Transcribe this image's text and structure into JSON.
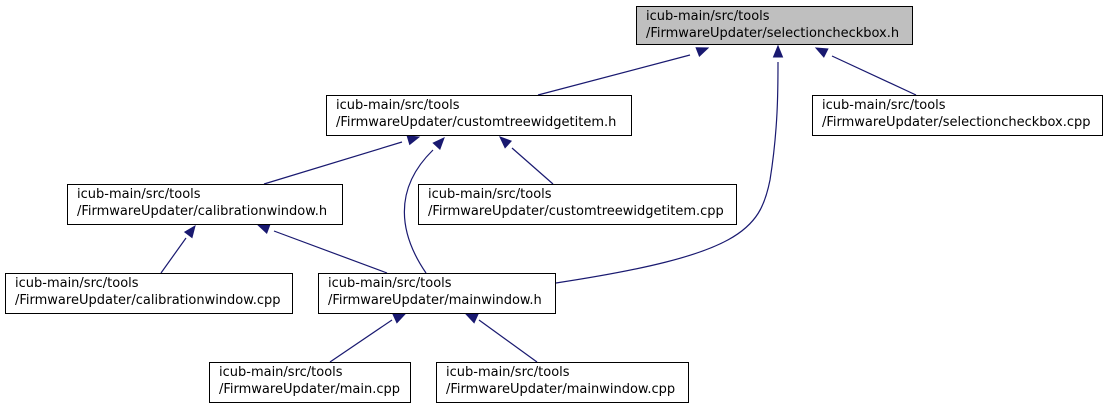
{
  "colors": {
    "edge": "#191970",
    "root_fill": "#bfbfbf",
    "node_fill": "#ffffff",
    "node_border": "#000000"
  },
  "nodes": {
    "selectioncheckbox_h": {
      "line1": "icub-main/src/tools",
      "line2": "/FirmwareUpdater/selectioncheckbox.h"
    },
    "customtreewidgetitem_h": {
      "line1": "icub-main/src/tools",
      "line2": "/FirmwareUpdater/customtreewidgetitem.h"
    },
    "selectioncheckbox_cpp": {
      "line1": "icub-main/src/tools",
      "line2": "/FirmwareUpdater/selectioncheckbox.cpp"
    },
    "calibrationwindow_h": {
      "line1": "icub-main/src/tools",
      "line2": "/FirmwareUpdater/calibrationwindow.h"
    },
    "customtreewidgetitem_cpp": {
      "line1": "icub-main/src/tools",
      "line2": "/FirmwareUpdater/customtreewidgetitem.cpp"
    },
    "calibrationwindow_cpp": {
      "line1": "icub-main/src/tools",
      "line2": "/FirmwareUpdater/calibrationwindow.cpp"
    },
    "mainwindow_h": {
      "line1": "icub-main/src/tools",
      "line2": "/FirmwareUpdater/mainwindow.h"
    },
    "main_cpp": {
      "line1": "icub-main/src/tools",
      "line2": "/FirmwareUpdater/main.cpp"
    },
    "mainwindow_cpp": {
      "line1": "icub-main/src/tools",
      "line2": "/FirmwareUpdater/mainwindow.cpp"
    }
  },
  "edges": [
    {
      "from": "customtreewidgetitem_h",
      "to": "selectioncheckbox_h"
    },
    {
      "from": "mainwindow_h",
      "to": "selectioncheckbox_h"
    },
    {
      "from": "selectioncheckbox_cpp",
      "to": "selectioncheckbox_h"
    },
    {
      "from": "calibrationwindow_h",
      "to": "customtreewidgetitem_h"
    },
    {
      "from": "mainwindow_h",
      "to": "customtreewidgetitem_h"
    },
    {
      "from": "customtreewidgetitem_cpp",
      "to": "customtreewidgetitem_h"
    },
    {
      "from": "calibrationwindow_cpp",
      "to": "calibrationwindow_h"
    },
    {
      "from": "mainwindow_h",
      "to": "calibrationwindow_h"
    },
    {
      "from": "main_cpp",
      "to": "mainwindow_h"
    },
    {
      "from": "mainwindow_cpp",
      "to": "mainwindow_h"
    }
  ]
}
